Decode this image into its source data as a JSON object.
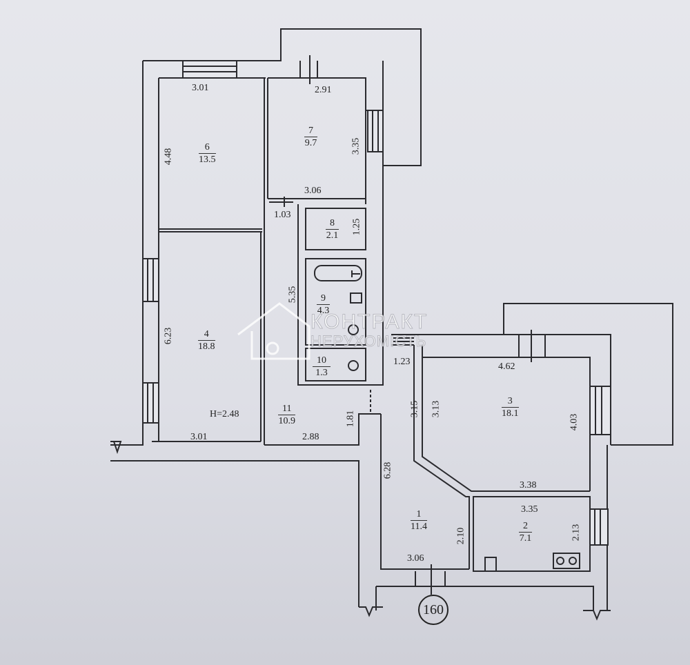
{
  "plan": {
    "height_label": "H=2.48",
    "unit_number": "160",
    "watermark": {
      "line1": "КОНТРАКТ",
      "line2": "НЕРУХОМІСТЬ"
    },
    "rooms": [
      {
        "num": "1",
        "area": "11.4"
      },
      {
        "num": "2",
        "area": "7.1"
      },
      {
        "num": "3",
        "area": "18.1"
      },
      {
        "num": "4",
        "area": "18.8"
      },
      {
        "num": "6",
        "area": "13.5"
      },
      {
        "num": "7",
        "area": "9.7"
      },
      {
        "num": "8",
        "area": "2.1"
      },
      {
        "num": "9",
        "area": "4.3"
      },
      {
        "num": "10",
        "area": "1.3"
      },
      {
        "num": "11",
        "area": "10.9"
      }
    ],
    "dimensions": {
      "r6_top": "3.01",
      "r6_left": "4.48",
      "r7_top": "2.91",
      "r7_right": "3.35",
      "r7_bottom": "3.06",
      "corridor_small": "1.03",
      "r8_side": "1.25",
      "r9_side": "5.35",
      "r4_left": "6.23",
      "r4_bottom": "3.01",
      "r11_bottom": "2.88",
      "r11_side": "1.81",
      "passage": "1.23",
      "r3_top": "4.62",
      "r3_left_a": "3.15",
      "r3_left_b": "3.13",
      "r3_right": "4.03",
      "r3_bottom": "3.38",
      "r1_side": "6.28",
      "r1_bottom": "3.06",
      "r2_top": "3.35",
      "r2_left": "2.10",
      "r2_right": "2.13"
    }
  }
}
